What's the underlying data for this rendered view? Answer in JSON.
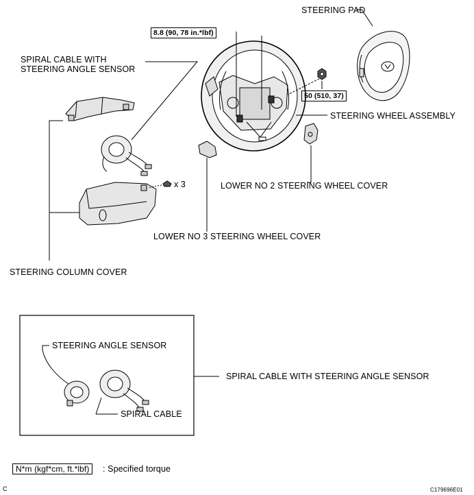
{
  "labels": {
    "steering_pad": "STEERING PAD",
    "torque_top": "8.8 (90, 78 in.*lbf)",
    "spiral_cable_sensor_line1": "SPIRAL CABLE WITH",
    "spiral_cable_sensor_line2": "STEERING ANGLE SENSOR",
    "torque_nut": "50 (510, 37)",
    "steering_wheel_assembly": "STEERING WHEEL ASSEMBLY",
    "screw_count": "x 3",
    "lower_no2_cover": "LOWER NO  2 STEERING WHEEL COVER",
    "lower_no3_cover": "LOWER NO  3 STEERING WHEEL COVER",
    "steering_column_cover": "STEERING COLUMN COVER",
    "steering_angle_sensor": "STEERING ANGLE SENSOR",
    "spiral_cable_with_sensor": "SPIRAL CABLE WITH STEERING ANGLE SENSOR",
    "spiral_cable": "SPIRAL CABLE"
  },
  "legend": {
    "unit": "N*m (kgf*cm, ft.*lbf)",
    "description": ": Specified torque"
  },
  "footer": {
    "corner_letter": "C",
    "figure_code": "C179696E01"
  }
}
